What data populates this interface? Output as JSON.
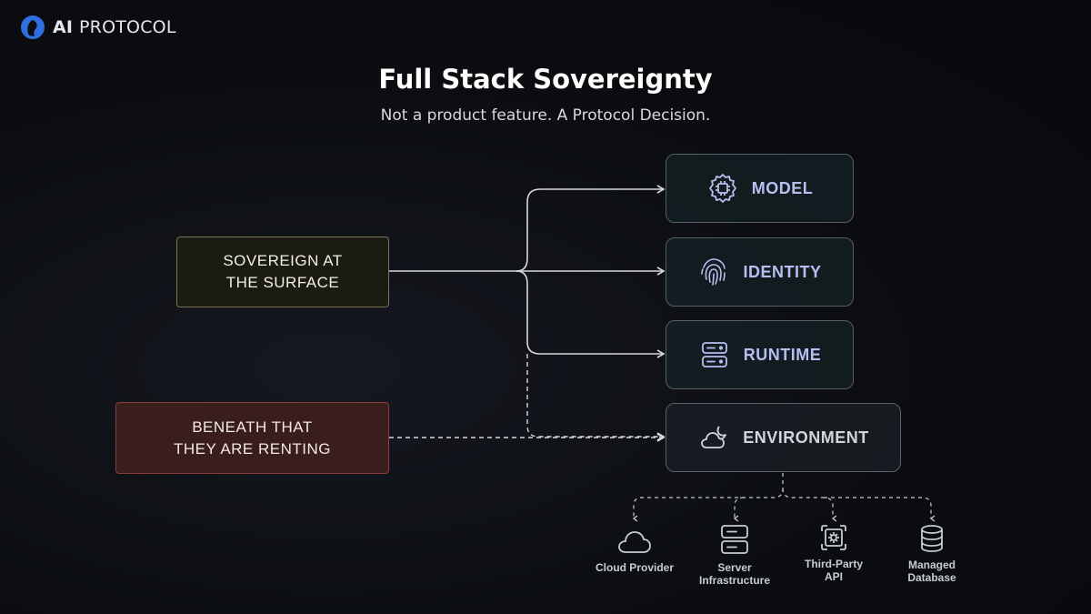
{
  "brand": {
    "name_bold": "AI",
    "name_rest": "PROTOCOL"
  },
  "header": {
    "title": "Full Stack Sovereignty",
    "subtitle": "Not a product feature. A Protocol Decision."
  },
  "left": {
    "surface": "SOVEREIGN AT\nTHE SURFACE",
    "renting": "BENEATH THAT\nTHEY ARE RENTING"
  },
  "layers": [
    {
      "label": "MODEL",
      "icon": "chip-gear-icon"
    },
    {
      "label": "IDENTITY",
      "icon": "fingerprint-icon"
    },
    {
      "label": "RUNTIME",
      "icon": "server-stack-icon"
    },
    {
      "label": "ENVIRONMENT",
      "icon": "cloud-moon-icon"
    }
  ],
  "environment_children": [
    {
      "label": "Cloud Provider",
      "icon": "cloud-icon"
    },
    {
      "label": "Server\nInfrastructure",
      "icon": "server-icon"
    },
    {
      "label": "Third-Party\nAPI",
      "icon": "api-gear-icon"
    },
    {
      "label": "Managed\nDatabase",
      "icon": "database-icon"
    }
  ],
  "colors": {
    "accent_layer": "#b7bff2",
    "surface_border": "#7a7356",
    "renting_fill": "#3a1d1d",
    "renting_border": "#8a3c3c"
  }
}
